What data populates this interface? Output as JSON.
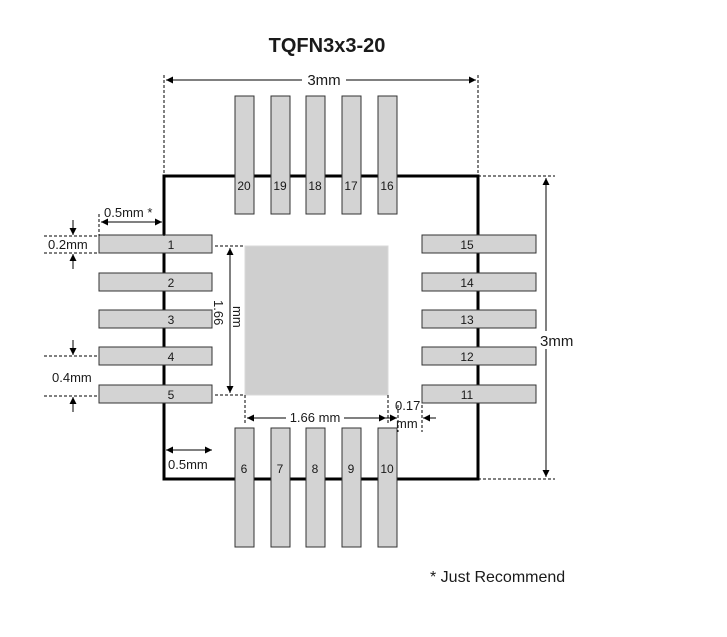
{
  "title": "TQFN3x3-20",
  "footnote": "*  Just Recommend",
  "pins": {
    "left": [
      "1",
      "2",
      "3",
      "4",
      "5"
    ],
    "bottom": [
      "6",
      "7",
      "8",
      "9",
      "10"
    ],
    "right": [
      "11",
      "12",
      "13",
      "14",
      "15"
    ],
    "top": [
      "16",
      "17",
      "18",
      "19",
      "20"
    ]
  },
  "dimensions": {
    "top_width": "3mm",
    "right_height": "3mm",
    "pad_length": "0.5mm *",
    "pad_width": "0.2mm",
    "pitch": "0.4mm",
    "inset": "0.5mm",
    "epad_height_value": "1.66",
    "epad_height_unit": "mm",
    "epad_width": "1.66 mm",
    "gap_value": "0.17",
    "gap_unit": "mm"
  },
  "colors": {
    "pad_fill": "#d3d3d3",
    "outline": "#000000",
    "text": "#1a1a1a"
  }
}
